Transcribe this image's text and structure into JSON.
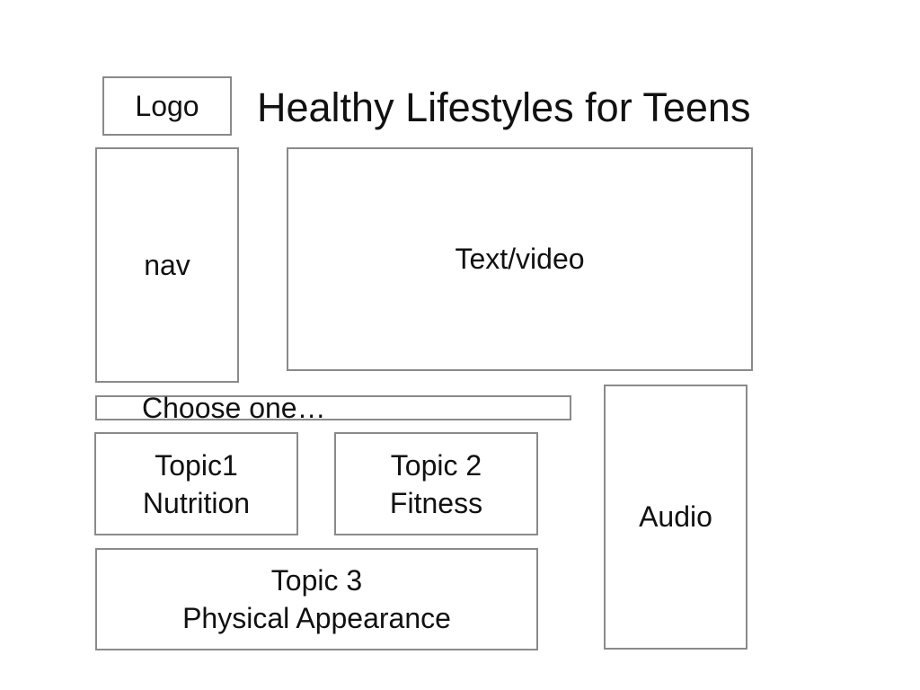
{
  "header": {
    "logo_label": "Logo",
    "title": "Healthy Lifestyles for Teens"
  },
  "nav": {
    "label": "nav"
  },
  "main_content": {
    "label": "Text/video"
  },
  "chooser": {
    "label": "Choose one…"
  },
  "audio": {
    "label": "Audio"
  },
  "topics": [
    {
      "line1": "Topic1",
      "line2": "Nutrition"
    },
    {
      "line1": "Topic 2",
      "line2": "Fitness"
    },
    {
      "line1": "Topic 3",
      "line2": "Physical Appearance"
    }
  ],
  "colors": {
    "border": "#8a8a8a",
    "text": "#111111",
    "background": "#ffffff"
  }
}
